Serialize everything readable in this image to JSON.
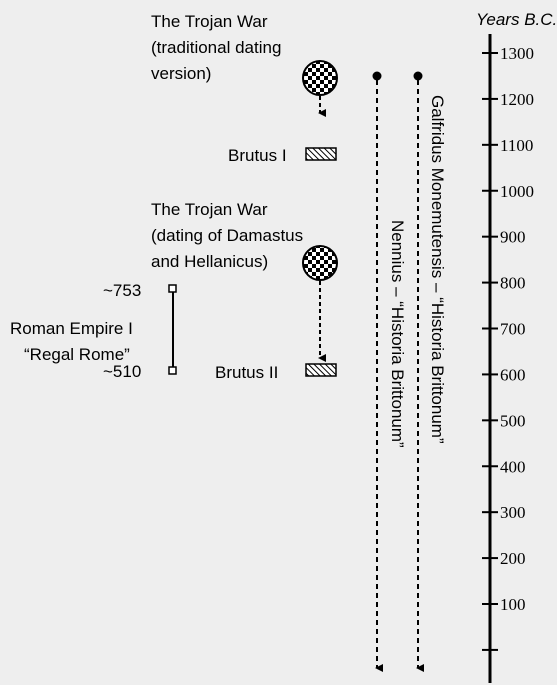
{
  "axis": {
    "unit_label": "Years B.C.",
    "ticks": [
      {
        "label": "1300",
        "value": 1300
      },
      {
        "label": "1200",
        "value": 1200
      },
      {
        "label": "1100",
        "value": 1100
      },
      {
        "label": "1000",
        "value": 1000
      },
      {
        "label": "900",
        "value": 900
      },
      {
        "label": "800",
        "value": 800
      },
      {
        "label": "700",
        "value": 700
      },
      {
        "label": "600",
        "value": 600
      },
      {
        "label": "500",
        "value": 500
      },
      {
        "label": "400",
        "value": 400
      },
      {
        "label": "300",
        "value": 300
      },
      {
        "label": "200",
        "value": 200
      },
      {
        "label": "100",
        "value": 100
      }
    ]
  },
  "trojan_war_1": {
    "lines": [
      "The Trojan War",
      "(traditional dating",
      "version)"
    ]
  },
  "brutus_1": {
    "label": "Brutus I"
  },
  "trojan_war_2": {
    "lines": [
      "The Trojan War",
      "(dating of Damastus",
      "and Hellanicus)"
    ]
  },
  "brutus_2": {
    "label": "Brutus II"
  },
  "roman_empire": {
    "top_label": "~753",
    "bottom_label": "~510",
    "name_lines": [
      "Roman Empire I",
      "“Regal Rome”"
    ]
  },
  "sources": {
    "nennius": "Nennius – “Historia Brittonum”",
    "galfridus": "Galfridus Monemutensis – “Historia Brittonum”"
  }
}
